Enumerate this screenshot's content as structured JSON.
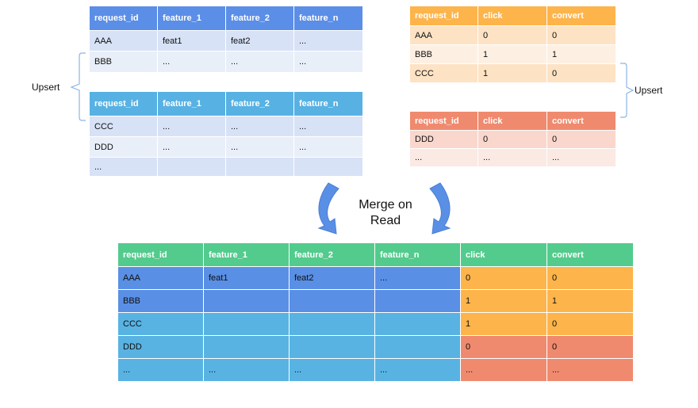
{
  "upsert_left_label": "Upsert",
  "upsert_right_label": "Upsert",
  "merge_label_line1": "Merge on",
  "merge_label_line2": "Read",
  "colors": {
    "blue_header": "#5b8ee6",
    "sky_header": "#57b1e3",
    "orange_header": "#fdb44b",
    "red_header": "#f08a6e",
    "green_header": "#53cb8d",
    "arrow": "#5a8fe6"
  },
  "feature_table_1": {
    "headers": [
      "request_id",
      "feature_1",
      "feature_2",
      "feature_n"
    ],
    "rows": [
      [
        "AAA",
        "feat1",
        "feat2",
        "..."
      ],
      [
        "BBB",
        "...",
        "...",
        "..."
      ]
    ]
  },
  "feature_table_2": {
    "headers": [
      "request_id",
      "feature_1",
      "feature_2",
      "feature_n"
    ],
    "rows": [
      [
        "CCC",
        "...",
        "...",
        "..."
      ],
      [
        "DDD",
        "...",
        "...",
        "..."
      ],
      [
        "...",
        "",
        "",
        ""
      ]
    ]
  },
  "label_table_1": {
    "headers": [
      "request_id",
      "click",
      "convert"
    ],
    "rows": [
      [
        "AAA",
        "0",
        "0"
      ],
      [
        "BBB",
        "1",
        "1"
      ],
      [
        "CCC",
        "1",
        "0"
      ]
    ]
  },
  "label_table_2": {
    "headers": [
      "request_id",
      "click",
      "convert"
    ],
    "rows": [
      [
        "DDD",
        "0",
        "0"
      ],
      [
        "...",
        "...",
        "..."
      ]
    ]
  },
  "merged_table": {
    "headers": [
      "request_id",
      "feature_1",
      "feature_2",
      "feature_n",
      "click",
      "convert"
    ],
    "rows": [
      [
        "AAA",
        "feat1",
        "feat2",
        "...",
        "0",
        "0"
      ],
      [
        "BBB",
        "",
        "",
        "",
        "1",
        "1"
      ],
      [
        "CCC",
        "",
        "",
        "",
        "1",
        "0"
      ],
      [
        "DDD",
        "",
        "",
        "",
        "0",
        "0"
      ],
      [
        "...",
        "...",
        "...",
        "...",
        "...",
        "..."
      ]
    ]
  }
}
